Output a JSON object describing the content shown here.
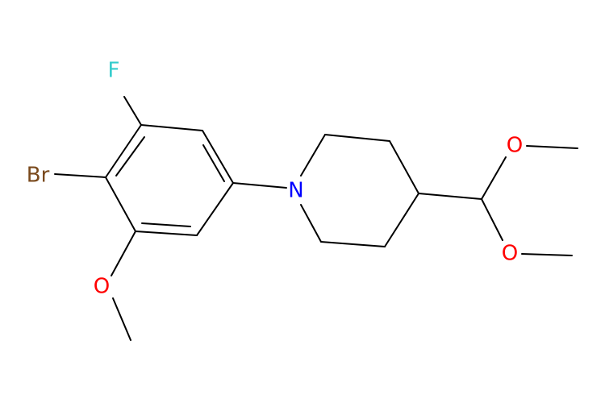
{
  "molecule": {
    "atoms": {
      "F": {
        "text": "F",
        "color": "#33cccc"
      },
      "Br": {
        "text": "Br",
        "color": "#7a4a1d"
      },
      "N": {
        "text": "N",
        "color": "#0000ff"
      },
      "O_methoxy_aryl": {
        "text": "O",
        "color": "#ff0000"
      },
      "O_acetal_top": {
        "text": "O",
        "color": "#ff0000"
      },
      "O_acetal_bottom": {
        "text": "O",
        "color": "#ff0000"
      }
    },
    "bond_color": "#000000"
  }
}
